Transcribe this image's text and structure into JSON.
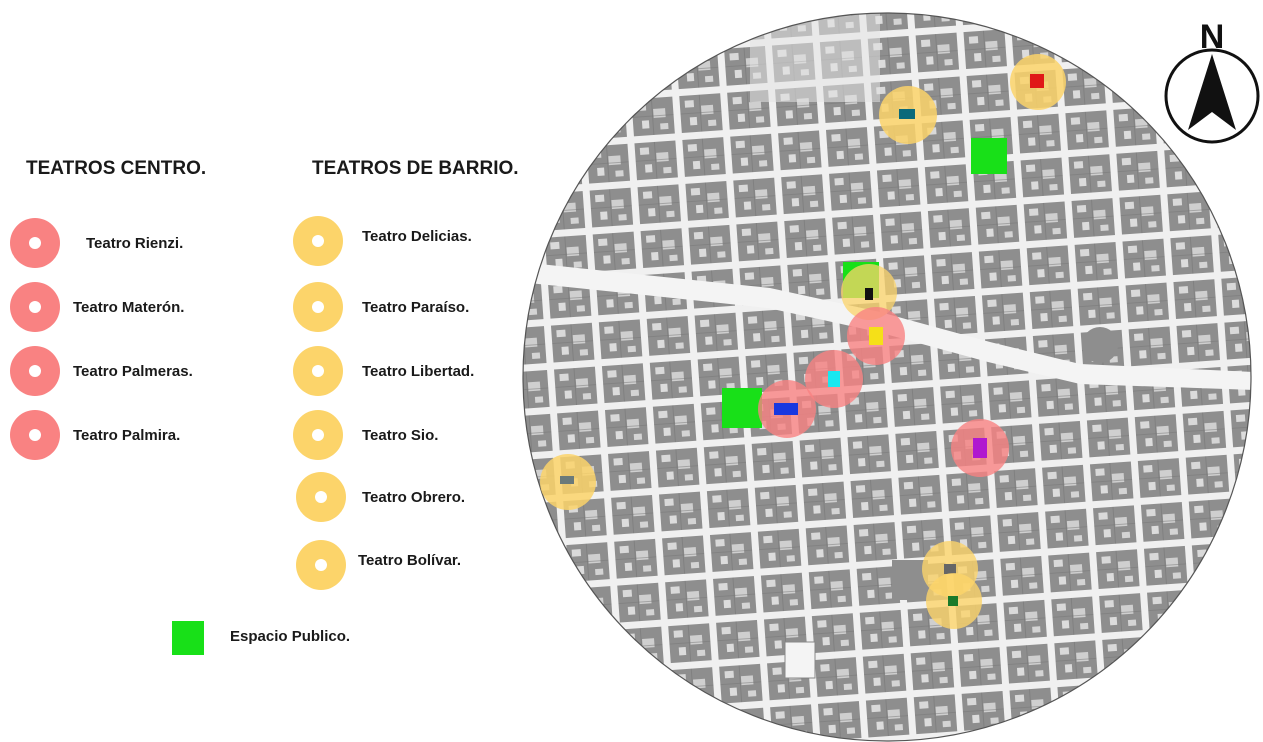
{
  "legend": {
    "center_title": "TEATROS CENTRO.",
    "barrio_title": "TEATROS DE BARRIO.",
    "center_items": [
      "Teatro Rienzi.",
      "Teatro Materón.",
      "Teatro Palmeras.",
      "Teatro Palmira."
    ],
    "barrio_items": [
      "Teatro Delicias.",
      "Teatro Paraíso.",
      "Teatro Libertad.",
      "Teatro Sio.",
      "Teatro Obrero.",
      "Teatro Bolívar."
    ],
    "public_space_label": "Espacio Publico."
  },
  "compass": {
    "letter": "N"
  },
  "colors": {
    "center_ring": "#f98282",
    "barrio_ring": "#fcd46a",
    "public_space": "#18e018",
    "block": "#8f8f8f",
    "street": "#f2f2f2"
  }
}
